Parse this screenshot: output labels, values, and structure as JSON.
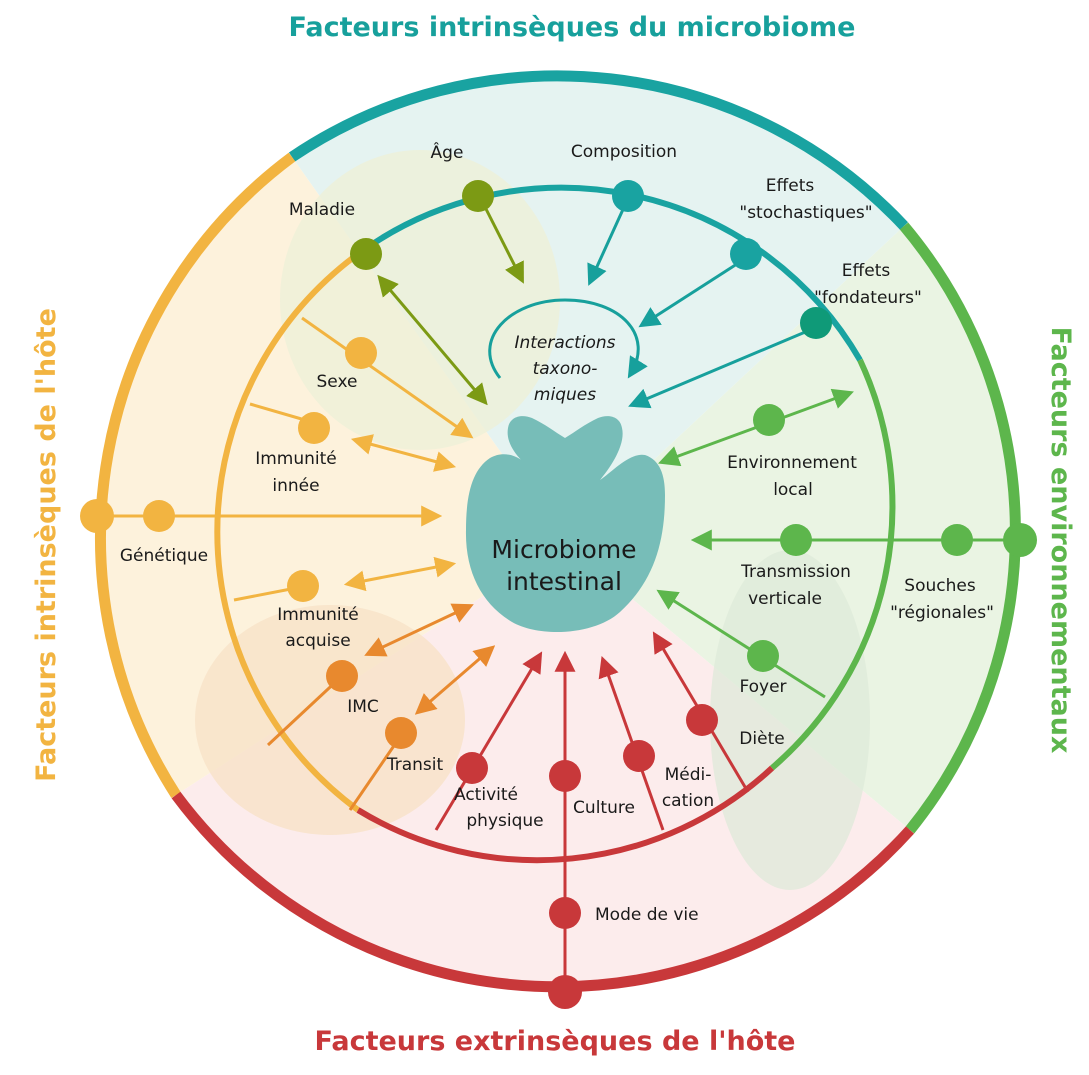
{
  "titles": {
    "top": "Facteurs intrinsèques du microbiome",
    "left": "Facteurs intrinsèques de l'hôte",
    "right": "Facteurs environnementaux",
    "bottom": "Facteurs extrinsèques de l'hôte"
  },
  "center": {
    "line1": "Microbiome",
    "line2": "intestinal"
  },
  "interactions": {
    "line1": "Interactions",
    "line2": "taxono-",
    "line3": "miques"
  },
  "microbiome_factors": {
    "age": "Âge",
    "composition": "Composition",
    "maladie": "Maladie",
    "stochastic_line1": "Effets",
    "stochastic_line2": "\"stochastiques\"",
    "founder_line1": "Effets",
    "founder_line2": "\"fondateurs\""
  },
  "host_intrinsic_factors": {
    "sexe": "Sexe",
    "innate_line1": "Immunité",
    "innate_line2": "innée",
    "genetique": "Génétique",
    "acquired_line1": "Immunité",
    "acquired_line2": "acquise",
    "imc": "IMC",
    "transit": "Transit"
  },
  "host_extrinsic_factors": {
    "activity_line1": "Activité",
    "activity_line2": "physique",
    "culture": "Culture",
    "medication_line1": "Médi-",
    "medication_line2": "cation",
    "diete": "Diète",
    "mode_de_vie": "Mode de vie"
  },
  "environmental_factors": {
    "local_line1": "Environnement",
    "local_line2": "local",
    "vertical_line1": "Transmission",
    "vertical_line2": "verticale",
    "regional_line1": "Souches",
    "regional_line2": "\"régionales\"",
    "foyer": "Foyer"
  },
  "colors": {
    "teal": "#19a3a1",
    "teal_dark": "#0f8a8a",
    "olive": "#7c9a14",
    "yellow": "#f2b441",
    "orange": "#e8892e",
    "green": "#5db64c",
    "red": "#c8383a",
    "center_fill": "#77bdb8"
  }
}
